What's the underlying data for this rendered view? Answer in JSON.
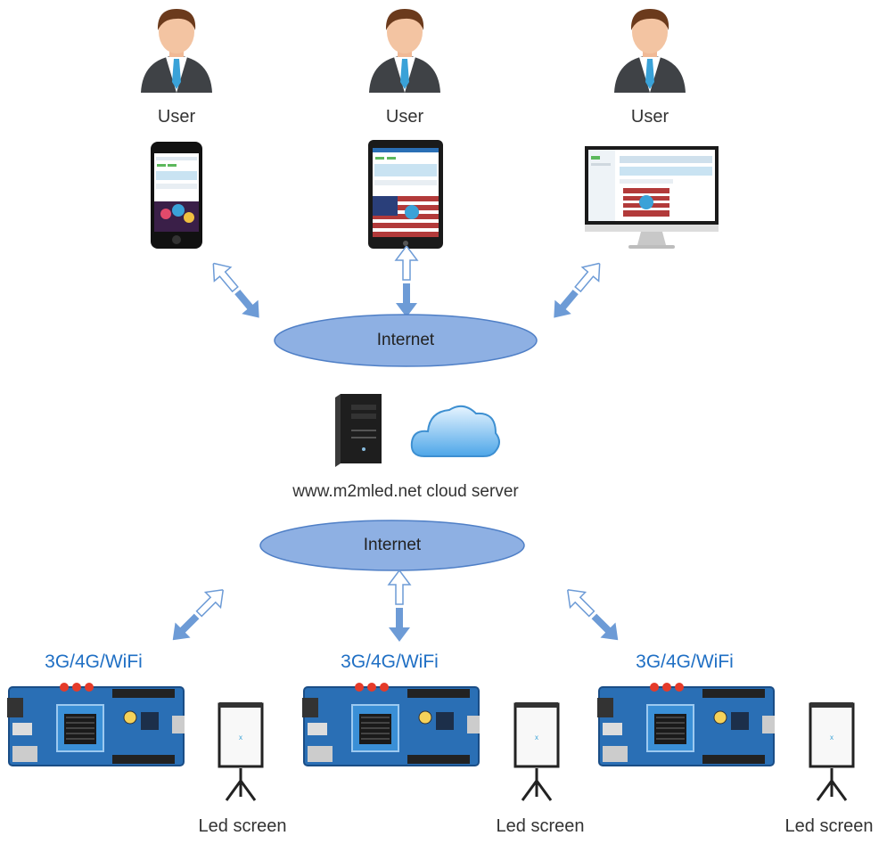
{
  "users": [
    {
      "label": "User",
      "device": "smartphone"
    },
    {
      "label": "User",
      "device": "tablet"
    },
    {
      "label": "User",
      "device": "desktop-monitor"
    }
  ],
  "internet_top": "Internet",
  "server_label": "www.m2mled.net cloud server",
  "internet_bottom": "Internet",
  "nodes": [
    {
      "connection": "3G/4G/WiFi",
      "screen": "Led screen"
    },
    {
      "connection": "3G/4G/WiFi",
      "screen": "Led screen"
    },
    {
      "connection": "3G/4G/WiFi",
      "screen": "Led screen"
    }
  ],
  "colors": {
    "ellipse_fill": "#8eb0e3",
    "ellipse_stroke": "#4f7fc6",
    "arrow": "#6d9bd6",
    "connection_text": "#1f6fc4",
    "board": "#2a6fb5"
  },
  "icons": [
    "user-avatar-icon",
    "smartphone-icon",
    "tablet-icon",
    "monitor-icon",
    "server-tower-icon",
    "cloud-icon",
    "controller-board-icon",
    "led-screen-icon",
    "bidirectional-arrow-icon"
  ]
}
